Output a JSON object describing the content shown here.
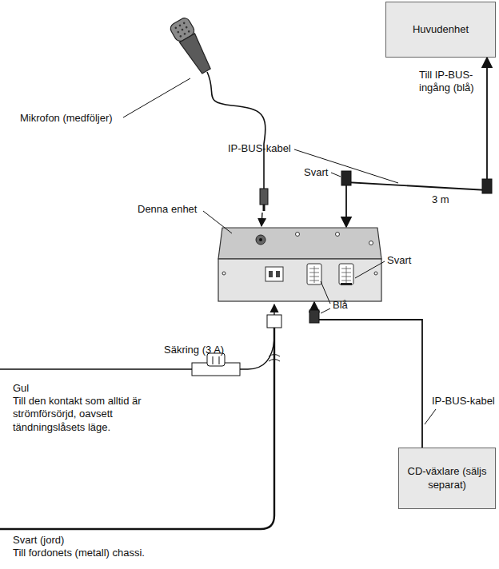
{
  "diagram": {
    "nodes": [
      {
        "text": [
          "Huvudenhet"
        ]
      },
      {
        "text": [
          "Denna enhet"
        ]
      },
      {
        "text": [
          "CD-växlare (säljs separat)"
        ]
      }
    ],
    "edges": [
      {
        "from": 1,
        "to": 0,
        "arrow": "both"
      },
      {
        "from": 2,
        "to": 1,
        "arrow": "to"
      }
    ],
    "labels": [
      "Mikrofon (medföljer)",
      "IP-BUS-kabel",
      "Till IP-BUS-ingång (blå)",
      "Svart",
      "3 m",
      "Svart",
      "Blå",
      "IP-BUS-kabel",
      "Säkring (3 A)",
      "Gul",
      "Till den kontakt som alltid är strömförsörjd, oavsett tändningslåsets läge.",
      "Svart (jord)",
      "Till fordonets (metall) chassi."
    ]
  }
}
